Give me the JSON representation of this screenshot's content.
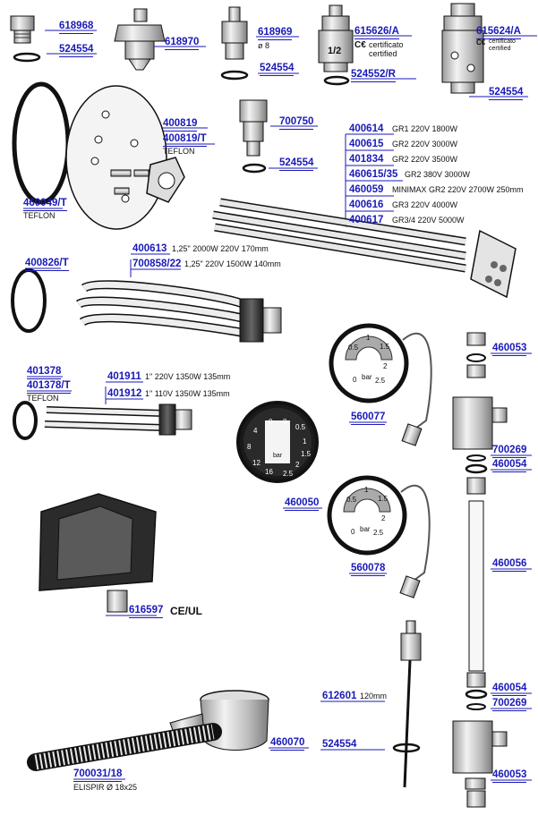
{
  "parts": {
    "c618968": "618968",
    "c524554a": "524554",
    "c618970": "618970",
    "c618969": "618969",
    "n_o8": "ø 8",
    "c524554b": "524554",
    "c615626a": "615626/A",
    "n_certificato1": "certificato",
    "n_certified1": "certified",
    "n_half": "1/2",
    "c524552r": "524552/R",
    "c615624a": "615624/A",
    "n_certificato2": "certificato",
    "n_certified2": "certified",
    "c524554c": "524554",
    "c400819": "400819",
    "c400819t": "400819/T",
    "n_teflon1": "TEFLON",
    "c700750": "700750",
    "c524554d": "524554",
    "c460049t": "460049/T",
    "n_teflon2": "TEFLON",
    "elements": [
      {
        "code": "400614",
        "desc": "GR1 220V 1800W"
      },
      {
        "code": "400615",
        "desc": "GR2 220V 3000W"
      },
      {
        "code": "401834",
        "desc": "GR2 220V 3500W"
      },
      {
        "code": "460615/35",
        "desc": "GR2 380V 3000W"
      },
      {
        "code": "460059",
        "desc": "MINIMAX GR2 220V 2700W 250mm"
      },
      {
        "code": "400616",
        "desc": "GR3 220V 4000W"
      },
      {
        "code": "400617",
        "desc": "GR3/4 220V 5000W"
      }
    ],
    "c400613": "400613",
    "d400613": "1,25\" 2000W 220V 170mm",
    "c700858": "700858/22",
    "d700858": "1,25\" 220V 1500W 140mm",
    "c400826t": "400826/T",
    "c401378": "401378",
    "c401378t": "401378/T",
    "n_teflon3": "TEFLON",
    "c401911": "401911",
    "d401911": "1\" 220V 1350W 135mm",
    "c401912": "401912",
    "d401912": "1\" 110V 1350W 135mm",
    "c560077": "560077",
    "c460050": "460050",
    "c560078": "560078",
    "c460053a": "460053",
    "c700269a": "700269",
    "c460054a": "460054",
    "c460056": "460056",
    "c460054b": "460054",
    "c700269b": "700269",
    "c460053b": "460053",
    "c616597": "616597",
    "n_ceul": "CE/UL",
    "c612601": "612601",
    "d612601": "120mm",
    "c524554e": "524554",
    "c460070": "460070",
    "c700031": "700031/18",
    "n_elispir": "ELISPIR Ø 18x25",
    "gauge_bar": "bar",
    "gauge1_ticks": [
      "0",
      "0.5",
      "1",
      "1.5",
      "2",
      "2.5"
    ],
    "gauge2_ticks": [
      "0",
      "0.5",
      "1",
      "1.5",
      "2",
      "2.5"
    ],
    "gauge3_left": [
      "0",
      "4",
      "8",
      "12",
      "16"
    ],
    "gauge3_right": [
      "0",
      "0.5",
      "1",
      "1.5",
      "2",
      "2.5"
    ]
  }
}
